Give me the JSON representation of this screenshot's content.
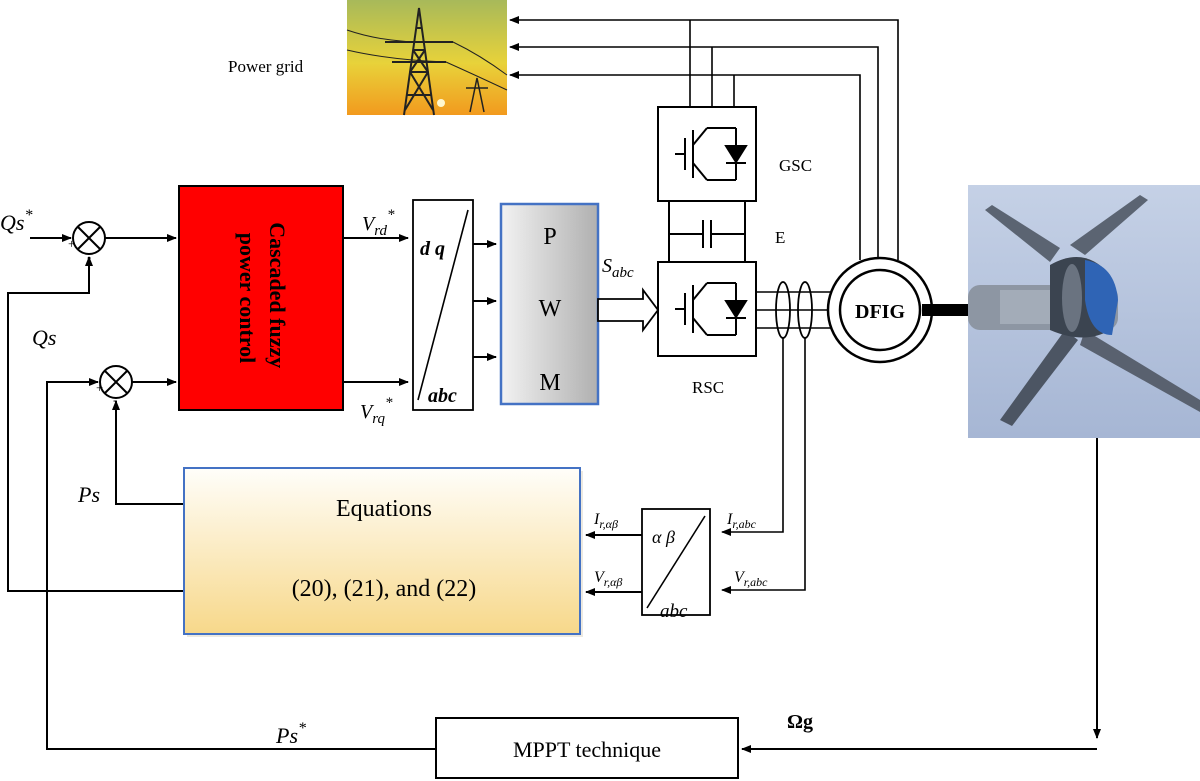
{
  "labels": {
    "power_grid": "Power grid",
    "gsc": "GSC",
    "rsc": "RSC",
    "dc_link": "E",
    "dfig": "DFIG",
    "controller": "Cascaded fuzzy power control",
    "dq_top": "d q",
    "dq_bottom": "abc",
    "pwm": [
      "P",
      "W",
      "M"
    ],
    "s_abc_base": "S",
    "s_abc_sub": "abc",
    "vrd_base": "V",
    "vrd_sub": "rd",
    "vrq_base": "V",
    "vrq_sub": "rq",
    "star": "*",
    "qs_star_base": "Qs",
    "qs": "Qs",
    "ps": "Ps",
    "ps_star_base": "Ps",
    "equations_title": "Equations",
    "equations_refs": "(20), (21), and (22)",
    "ab_top": "α β",
    "ab_bottom": "abc",
    "i_r_ab_base": "I",
    "i_r_ab_sub": "r,αβ",
    "v_r_ab_base": "V",
    "v_r_ab_sub": "r,αβ",
    "i_r_abc_base": "I",
    "i_r_abc_sub": "r,abc",
    "v_r_abc_base": "V",
    "v_r_abc_sub": "r,abc",
    "omega_g": "Ωg",
    "mppt": "MPPT technique",
    "plus": "+",
    "minus": "-"
  },
  "colors": {
    "controller_fill": "#ff0000",
    "pwm_border": "#4472c4",
    "equations_border": "#4472c4",
    "equations_fill_top": "#ffffff",
    "equations_fill_bottom": "#f8d98a",
    "sky": "#b7c7e3"
  },
  "icons": {
    "power_grid_photo": "power-tower-sunset-icon",
    "wind_turbine_photo": "wind-turbine-hub-icon",
    "igbt": "igbt-diode-icon",
    "capacitor": "capacitor-icon"
  }
}
